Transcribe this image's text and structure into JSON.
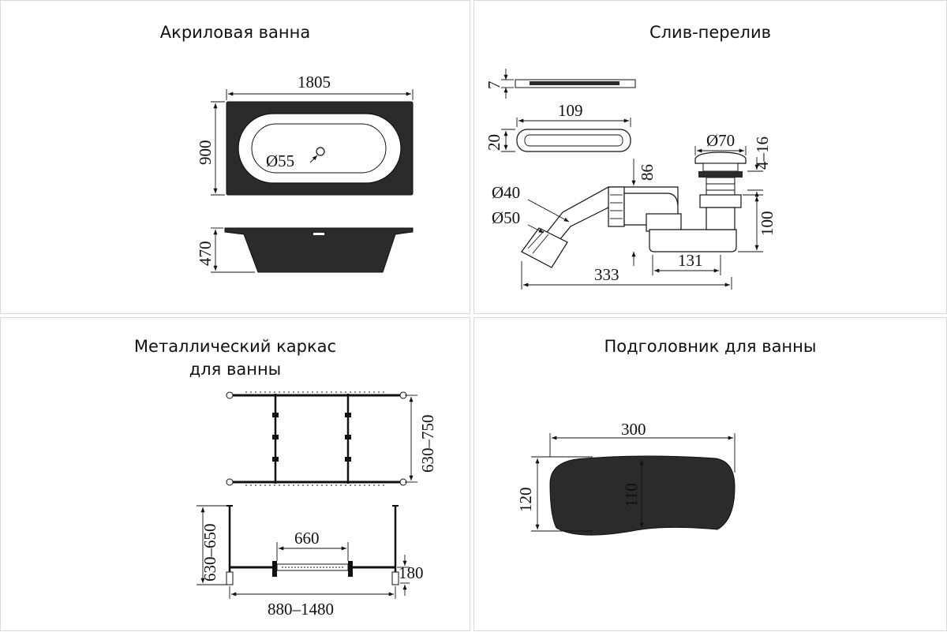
{
  "panels": {
    "bathtub": {
      "title": "Акриловая ванна",
      "dims": {
        "length": "1805",
        "width": "900",
        "drain": "Ø55",
        "height": "470"
      }
    },
    "drain": {
      "title": "Слив-перелив",
      "dims": {
        "d7": "7",
        "d109": "109",
        "d20": "20",
        "d70": "Ø70",
        "d416": "4–16",
        "d86": "86",
        "d40": "Ø40",
        "d50": "Ø50",
        "d100": "100",
        "d131": "131",
        "d333": "333"
      }
    },
    "frame": {
      "title_line1": "Металлический каркас",
      "title_line2": "для ванны",
      "dims": {
        "d630_750": "630–750",
        "d630_650": "630–650",
        "d660": "660",
        "d180": "180",
        "d880_1480": "880–1480"
      }
    },
    "headrest": {
      "title": "Подголовник для ванны",
      "dims": {
        "d300": "300",
        "d120": "120",
        "d110": "110"
      }
    }
  },
  "colors": {
    "line": "#111111",
    "fill": "#2b2b2b",
    "divider": "#d8d8d8"
  }
}
